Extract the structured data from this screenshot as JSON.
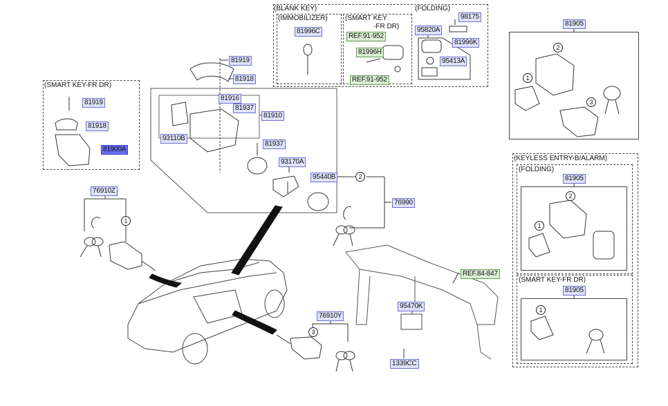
{
  "diagram": {
    "groups": {
      "blank_key": "(BLANK KEY)",
      "immobilizer": "(IMMOBILIZER)",
      "smart_key_fr_dr_a": "(SMART KEY",
      "smart_key_fr_dr_b": "-FR DR)",
      "folding_top": "(FOLDING)",
      "smart_key_left": "(SMART KEY-FR DR)",
      "keyless_entry": "(KEYLESS ENTRY-B/ALARM)",
      "folding_right": "(FOLDING)",
      "smart_key_right": "(SMART KEY-FR DR)"
    },
    "labels": {
      "p81996C": "81996C",
      "ref91952a": "REF.91-952",
      "p81996H": "81996H",
      "ref91952b": "REF.91-952",
      "p98175": "98175",
      "p95820A": "95820A",
      "p81996K": "81996K",
      "p95413A": "95413A",
      "p81905a": "81905",
      "p81905b": "81905",
      "p81905c": "81905",
      "p81919a": "81919",
      "p81918a": "81918",
      "p81900A": "81900A",
      "p81919b": "81919",
      "p81918b": "81918",
      "p81916": "81916",
      "p81937a": "81937",
      "p81910": "81910",
      "p93110B": "93110B",
      "p81937b": "81937",
      "p93170A": "93170A",
      "p95440B": "95440B",
      "p76990": "76990",
      "p76910Z": "76910Z",
      "p76910Y": "76910Y",
      "ref84847": "REF.84-847",
      "p95470K": "95470K",
      "p1339CC": "1339CC"
    },
    "callouts": {
      "c1": "1",
      "c2": "2",
      "c3": "3"
    },
    "colors": {
      "part_label_bg": "#dfe3fb",
      "part_label_border": "#6b6fd0",
      "ref_label_bg": "#dcefd6",
      "ref_label_border": "#5d9a4f",
      "selected_label_bg": "#6a6df0"
    }
  }
}
